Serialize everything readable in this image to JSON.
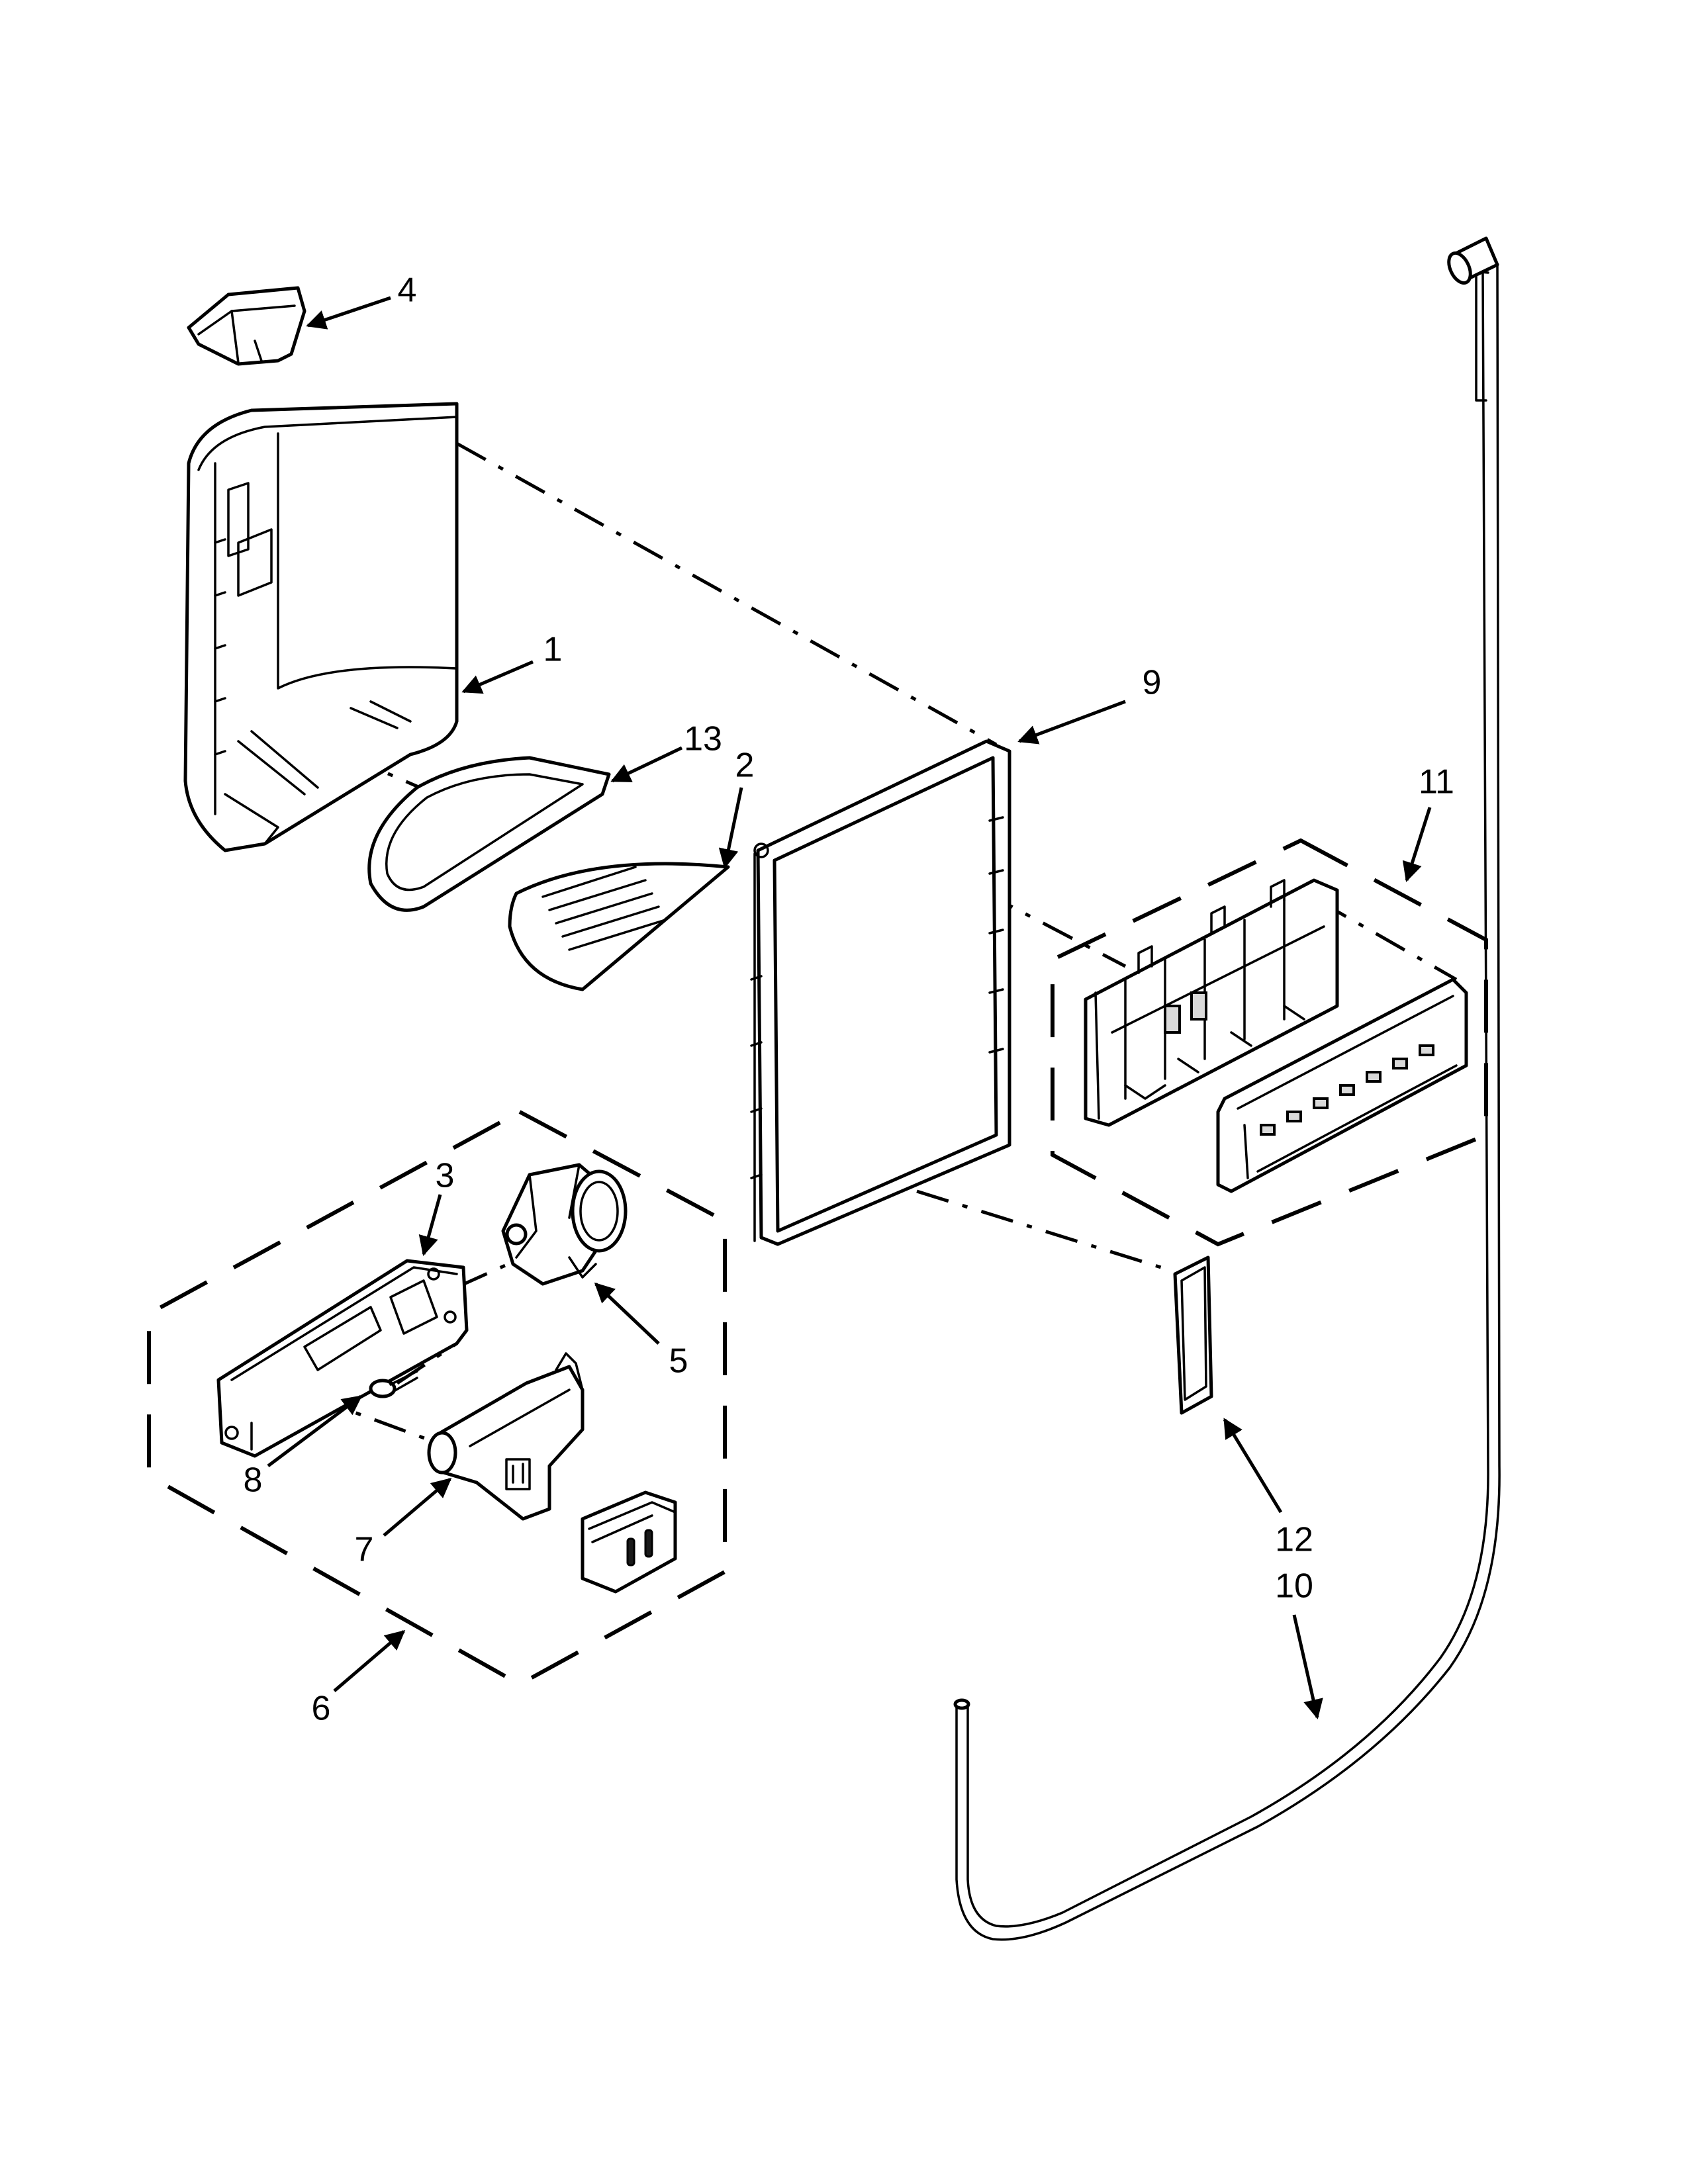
{
  "diagram": {
    "callouts": {
      "c1": "1",
      "c2": "2",
      "c3": "3",
      "c4": "4",
      "c5": "5",
      "c6": "6",
      "c7": "7",
      "c8": "8",
      "c9": "9",
      "c10": "10",
      "c11": "11",
      "c12": "12",
      "c13": "13"
    },
    "colors": {
      "line": "#000000",
      "background": "#ffffff"
    }
  }
}
